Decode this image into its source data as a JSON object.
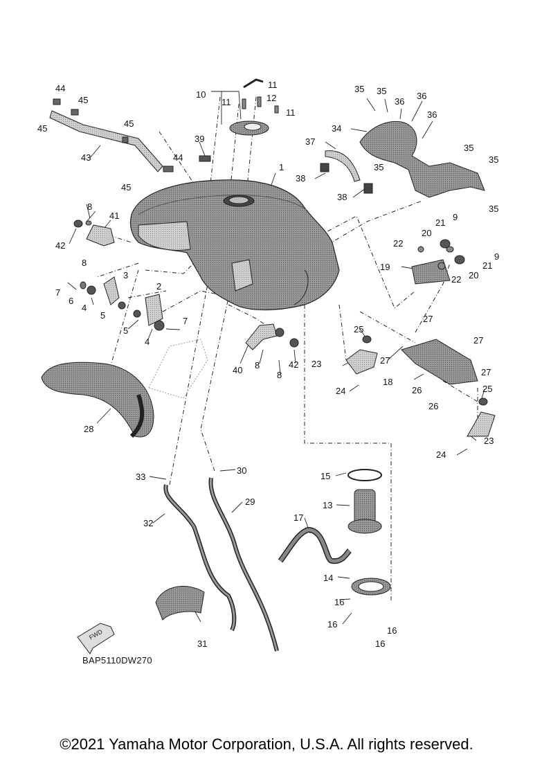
{
  "diagram": {
    "code": "BAP5110DW270",
    "fwd_label": "FWD",
    "copyright": "©2021 Yamaha Motor Corporation, U.S.A. All rights reserved.",
    "colors": {
      "line": "#222222",
      "part_dark": "#4a4a4a",
      "part_mid": "#8a8a8a",
      "part_light": "#c8c8c8"
    },
    "callouts": [
      {
        "id": "c1",
        "text": "1"
      },
      {
        "id": "c2",
        "text": "2"
      },
      {
        "id": "c3",
        "text": "3"
      },
      {
        "id": "c4a",
        "text": "4"
      },
      {
        "id": "c4b",
        "text": "4"
      },
      {
        "id": "c5a",
        "text": "5"
      },
      {
        "id": "c5b",
        "text": "5"
      },
      {
        "id": "c6",
        "text": "6"
      },
      {
        "id": "c7a",
        "text": "7"
      },
      {
        "id": "c7b",
        "text": "7"
      },
      {
        "id": "c8a",
        "text": "8"
      },
      {
        "id": "c8b",
        "text": "8"
      },
      {
        "id": "c8c",
        "text": "8"
      },
      {
        "id": "c8d",
        "text": "8"
      },
      {
        "id": "c9a",
        "text": "9"
      },
      {
        "id": "c9b",
        "text": "9"
      },
      {
        "id": "c10",
        "text": "10"
      },
      {
        "id": "c11a",
        "text": "11"
      },
      {
        "id": "c11b",
        "text": "11"
      },
      {
        "id": "c11c",
        "text": "11"
      },
      {
        "id": "c12",
        "text": "12"
      },
      {
        "id": "c13",
        "text": "13"
      },
      {
        "id": "c14",
        "text": "14"
      },
      {
        "id": "c15",
        "text": "15"
      },
      {
        "id": "c16a",
        "text": "16"
      },
      {
        "id": "c16b",
        "text": "16"
      },
      {
        "id": "c16c",
        "text": "16"
      },
      {
        "id": "c16d",
        "text": "16"
      },
      {
        "id": "c17",
        "text": "17"
      },
      {
        "id": "c18",
        "text": "18"
      },
      {
        "id": "c19",
        "text": "19"
      },
      {
        "id": "c20a",
        "text": "20"
      },
      {
        "id": "c20b",
        "text": "20"
      },
      {
        "id": "c21a",
        "text": "21"
      },
      {
        "id": "c21b",
        "text": "21"
      },
      {
        "id": "c22a",
        "text": "22"
      },
      {
        "id": "c22b",
        "text": "22"
      },
      {
        "id": "c23a",
        "text": "23"
      },
      {
        "id": "c23b",
        "text": "23"
      },
      {
        "id": "c24a",
        "text": "24"
      },
      {
        "id": "c24b",
        "text": "24"
      },
      {
        "id": "c25a",
        "text": "25"
      },
      {
        "id": "c25b",
        "text": "25"
      },
      {
        "id": "c26a",
        "text": "26"
      },
      {
        "id": "c26b",
        "text": "26"
      },
      {
        "id": "c27a",
        "text": "27"
      },
      {
        "id": "c27b",
        "text": "27"
      },
      {
        "id": "c27c",
        "text": "27"
      },
      {
        "id": "c27d",
        "text": "27"
      },
      {
        "id": "c28",
        "text": "28"
      },
      {
        "id": "c29",
        "text": "29"
      },
      {
        "id": "c30",
        "text": "30"
      },
      {
        "id": "c31",
        "text": "31"
      },
      {
        "id": "c32",
        "text": "32"
      },
      {
        "id": "c33",
        "text": "33"
      },
      {
        "id": "c34",
        "text": "34"
      },
      {
        "id": "c35a",
        "text": "35"
      },
      {
        "id": "c35b",
        "text": "35"
      },
      {
        "id": "c35c",
        "text": "35"
      },
      {
        "id": "c35d",
        "text": "35"
      },
      {
        "id": "c35e",
        "text": "35"
      },
      {
        "id": "c35f",
        "text": "35"
      },
      {
        "id": "c36a",
        "text": "36"
      },
      {
        "id": "c36b",
        "text": "36"
      },
      {
        "id": "c36c",
        "text": "36"
      },
      {
        "id": "c37",
        "text": "37"
      },
      {
        "id": "c38a",
        "text": "38"
      },
      {
        "id": "c38b",
        "text": "38"
      },
      {
        "id": "c39",
        "text": "39"
      },
      {
        "id": "c40",
        "text": "40"
      },
      {
        "id": "c41",
        "text": "41"
      },
      {
        "id": "c42a",
        "text": "42"
      },
      {
        "id": "c42b",
        "text": "42"
      },
      {
        "id": "c43",
        "text": "43"
      },
      {
        "id": "c44a",
        "text": "44"
      },
      {
        "id": "c44b",
        "text": "44"
      },
      {
        "id": "c45a",
        "text": "45"
      },
      {
        "id": "c45b",
        "text": "45"
      },
      {
        "id": "c45c",
        "text": "45"
      },
      {
        "id": "c45d",
        "text": "45"
      }
    ]
  }
}
